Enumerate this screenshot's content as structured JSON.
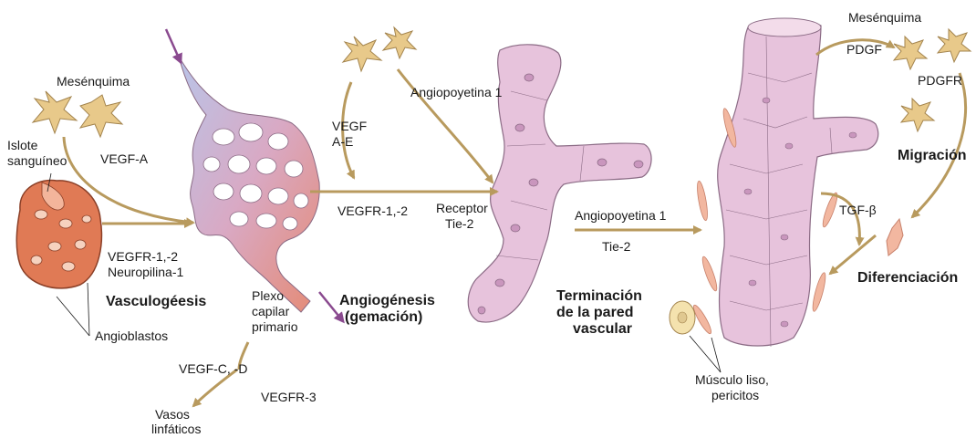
{
  "labels": {
    "mesenquima_left": "Mesénquima",
    "islote_1": "Islote",
    "islote_2": "sanguíneo",
    "vegf_a": "VEGF-A",
    "vegfr_neuro_1": "VEGFR-1,-2",
    "vegfr_neuro_2": "Neuropilina-1",
    "vasculogenesis": "Vasculogéesis",
    "angioblastos": "Angioblastos",
    "plexo_1": "Plexo",
    "plexo_2": "capilar",
    "plexo_3": "primario",
    "vegf_c_d": "VEGF-C, -D",
    "vegfr3": "VEGFR-3",
    "vasos_1": "Vasos",
    "vasos_2": "linfáticos",
    "vegf_ae_1": "VEGF",
    "vegf_ae_2": "A-E",
    "angiopoyetina_top": "Angiopoyetina 1",
    "vegfr12_mid": "VEGFR-1,-2",
    "receptor_1": "Receptor",
    "receptor_2": "Tie-2",
    "angiogenesis_1": "Angiogénesis",
    "angiogenesis_2": "(gemación)",
    "angiopoyetina_mid": "Angiopoyetina 1",
    "tie2_mid": "Tie-2",
    "terminacion_1": "Terminación",
    "terminacion_2": "de la pared",
    "terminacion_3": "vascular",
    "mesenquima_right": "Mesénquima",
    "pdgf": "PDGF",
    "pdgfr": "PDGFR",
    "migracion": "Migración",
    "tgf_beta": "TGF-β",
    "diferenciacion": "Diferenciación",
    "musculo_1": "Músculo liso,",
    "musculo_2": "pericitos"
  },
  "colors": {
    "arrow": "#b89a5e",
    "mesenchyme_cell": "#e8c98a",
    "vessel_pink": "#e7c3dc",
    "vessel_outline": "#8b6b85",
    "islet": "#e07a55",
    "smooth_muscle": "#f2b7a0",
    "pointer_arrow": "#8a4a8f"
  }
}
